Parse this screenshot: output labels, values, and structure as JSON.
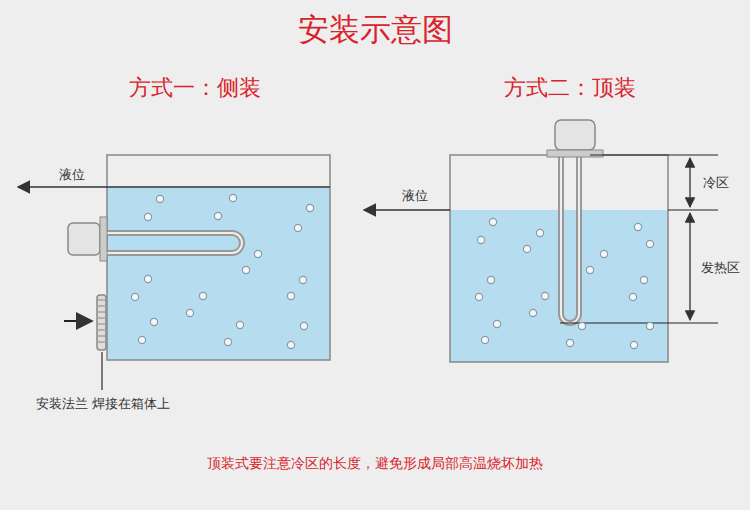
{
  "diagram": {
    "title": "安装示意图",
    "caption": "顶装式要注意冷区的长度，避免形成局部高温烧坏加热",
    "labels": [
      "方式一：侧装",
      "方式二：顶装",
      "液位",
      "安装法兰 焊接在箱体上",
      "液位",
      "冷区",
      "发热区"
    ]
  }
}
